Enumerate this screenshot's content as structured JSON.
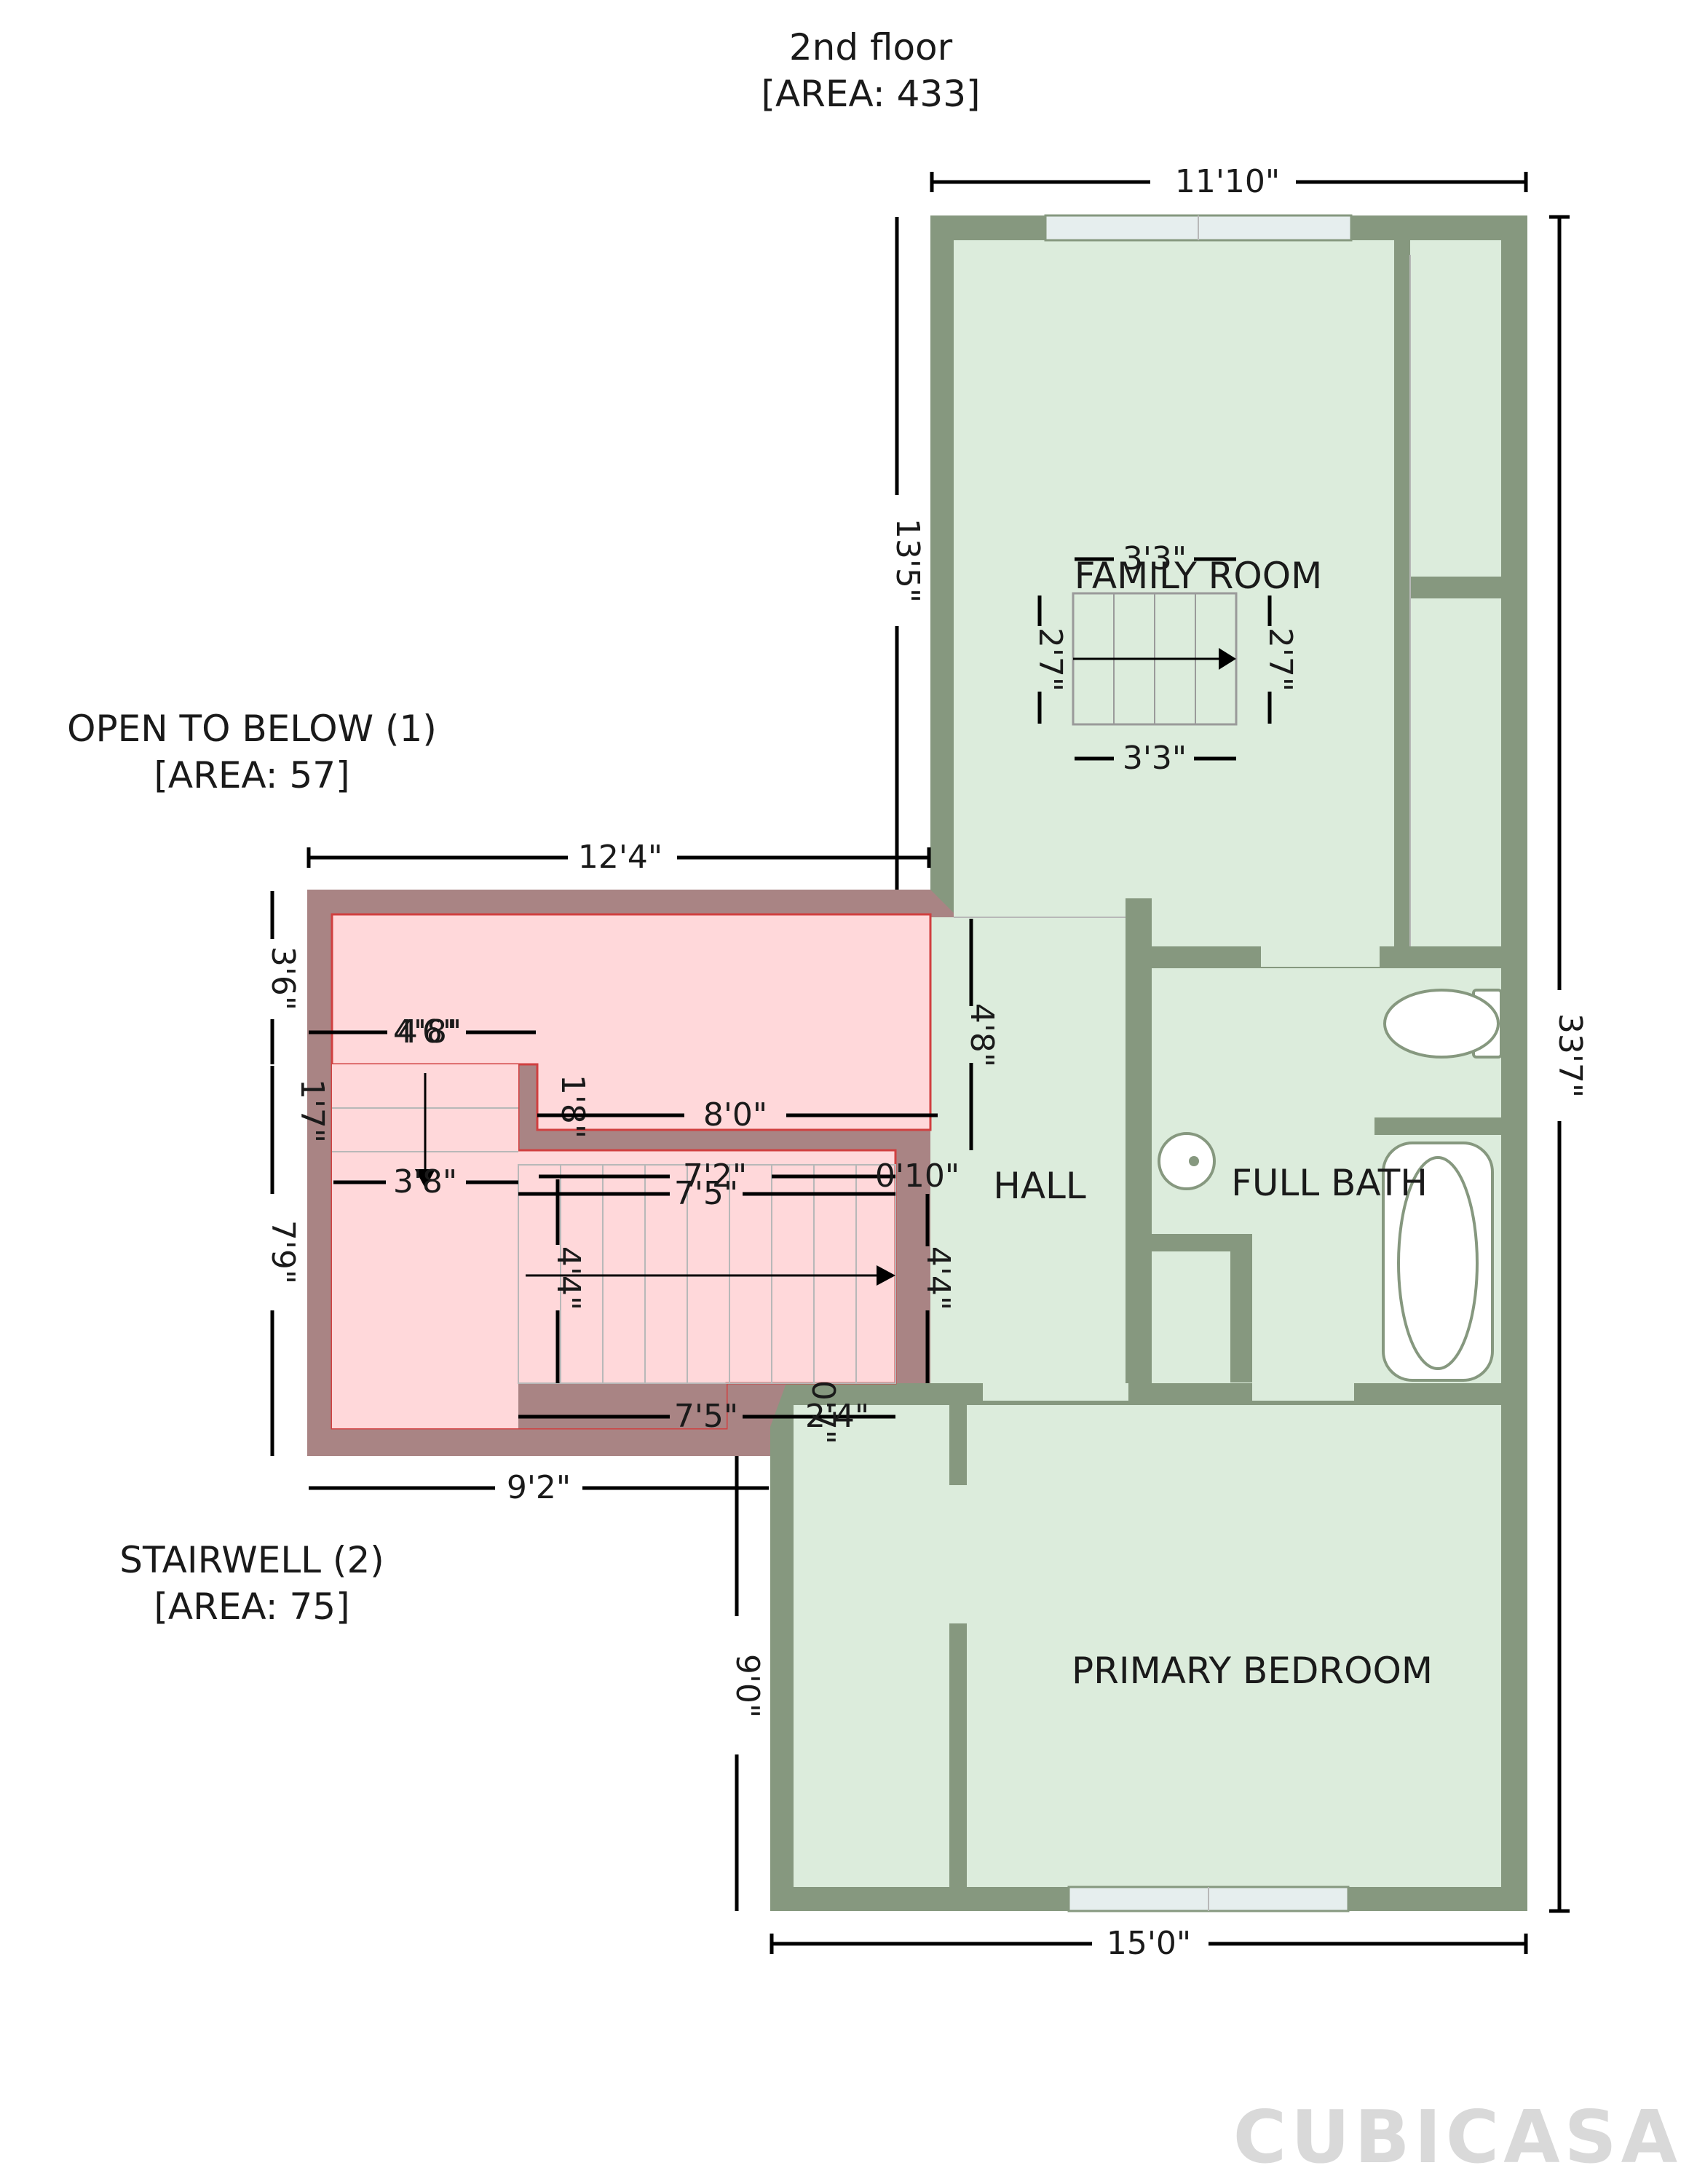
{
  "floor": {
    "title": "2nd floor",
    "area": "[AREA: 433]"
  },
  "areas": {
    "open_to_below": {
      "name": "OPEN TO BELOW (1)",
      "area": "[AREA: 57]"
    },
    "stairwell": {
      "name": "STAIRWELL (2)",
      "area": "[AREA: 75]"
    }
  },
  "rooms": {
    "family_room": "FAMILY ROOM",
    "hall": "HALL",
    "full_bath": "FULL BATH",
    "primary_bedroom": "PRIMARY BEDROOM"
  },
  "dimensions": {
    "top_width": "11'10\"",
    "family_room_height": "13'5\"",
    "total_height": "33'7\"",
    "open_to_below_width": "12'4\"",
    "open_to_below_height": "3'6\"",
    "stair_inner_height": "1'7\"",
    "stairwell_height": "7'9\"",
    "stairwell_width": "9'2\"",
    "bedroom_height": "9'0\"",
    "bottom_width": "15'0\"",
    "hall_opening": "4'8\"",
    "hall_lower": "4'4\"",
    "stair_run_top": "4'6\"",
    "stair_run_top_b": "4'8\"",
    "stair_small_a": "1'8\"",
    "stair_span": "8'0\"",
    "stair_landing": "3'8\"",
    "stair_run_a": "7'2\"",
    "stair_run_b": "7'5\"",
    "stair_small_b": "0'10\"",
    "stair_rise": "4'4\"",
    "stair_bottom": "7'5\"",
    "stair_offset_a": "0'7\"",
    "stair_offset_b": "2'4\"",
    "attic_top": "3'3\"",
    "attic_bottom": "3'3\"",
    "attic_left": "2'7\"",
    "attic_right": "2'7\""
  },
  "branding": {
    "logo": "CUBICASA"
  }
}
